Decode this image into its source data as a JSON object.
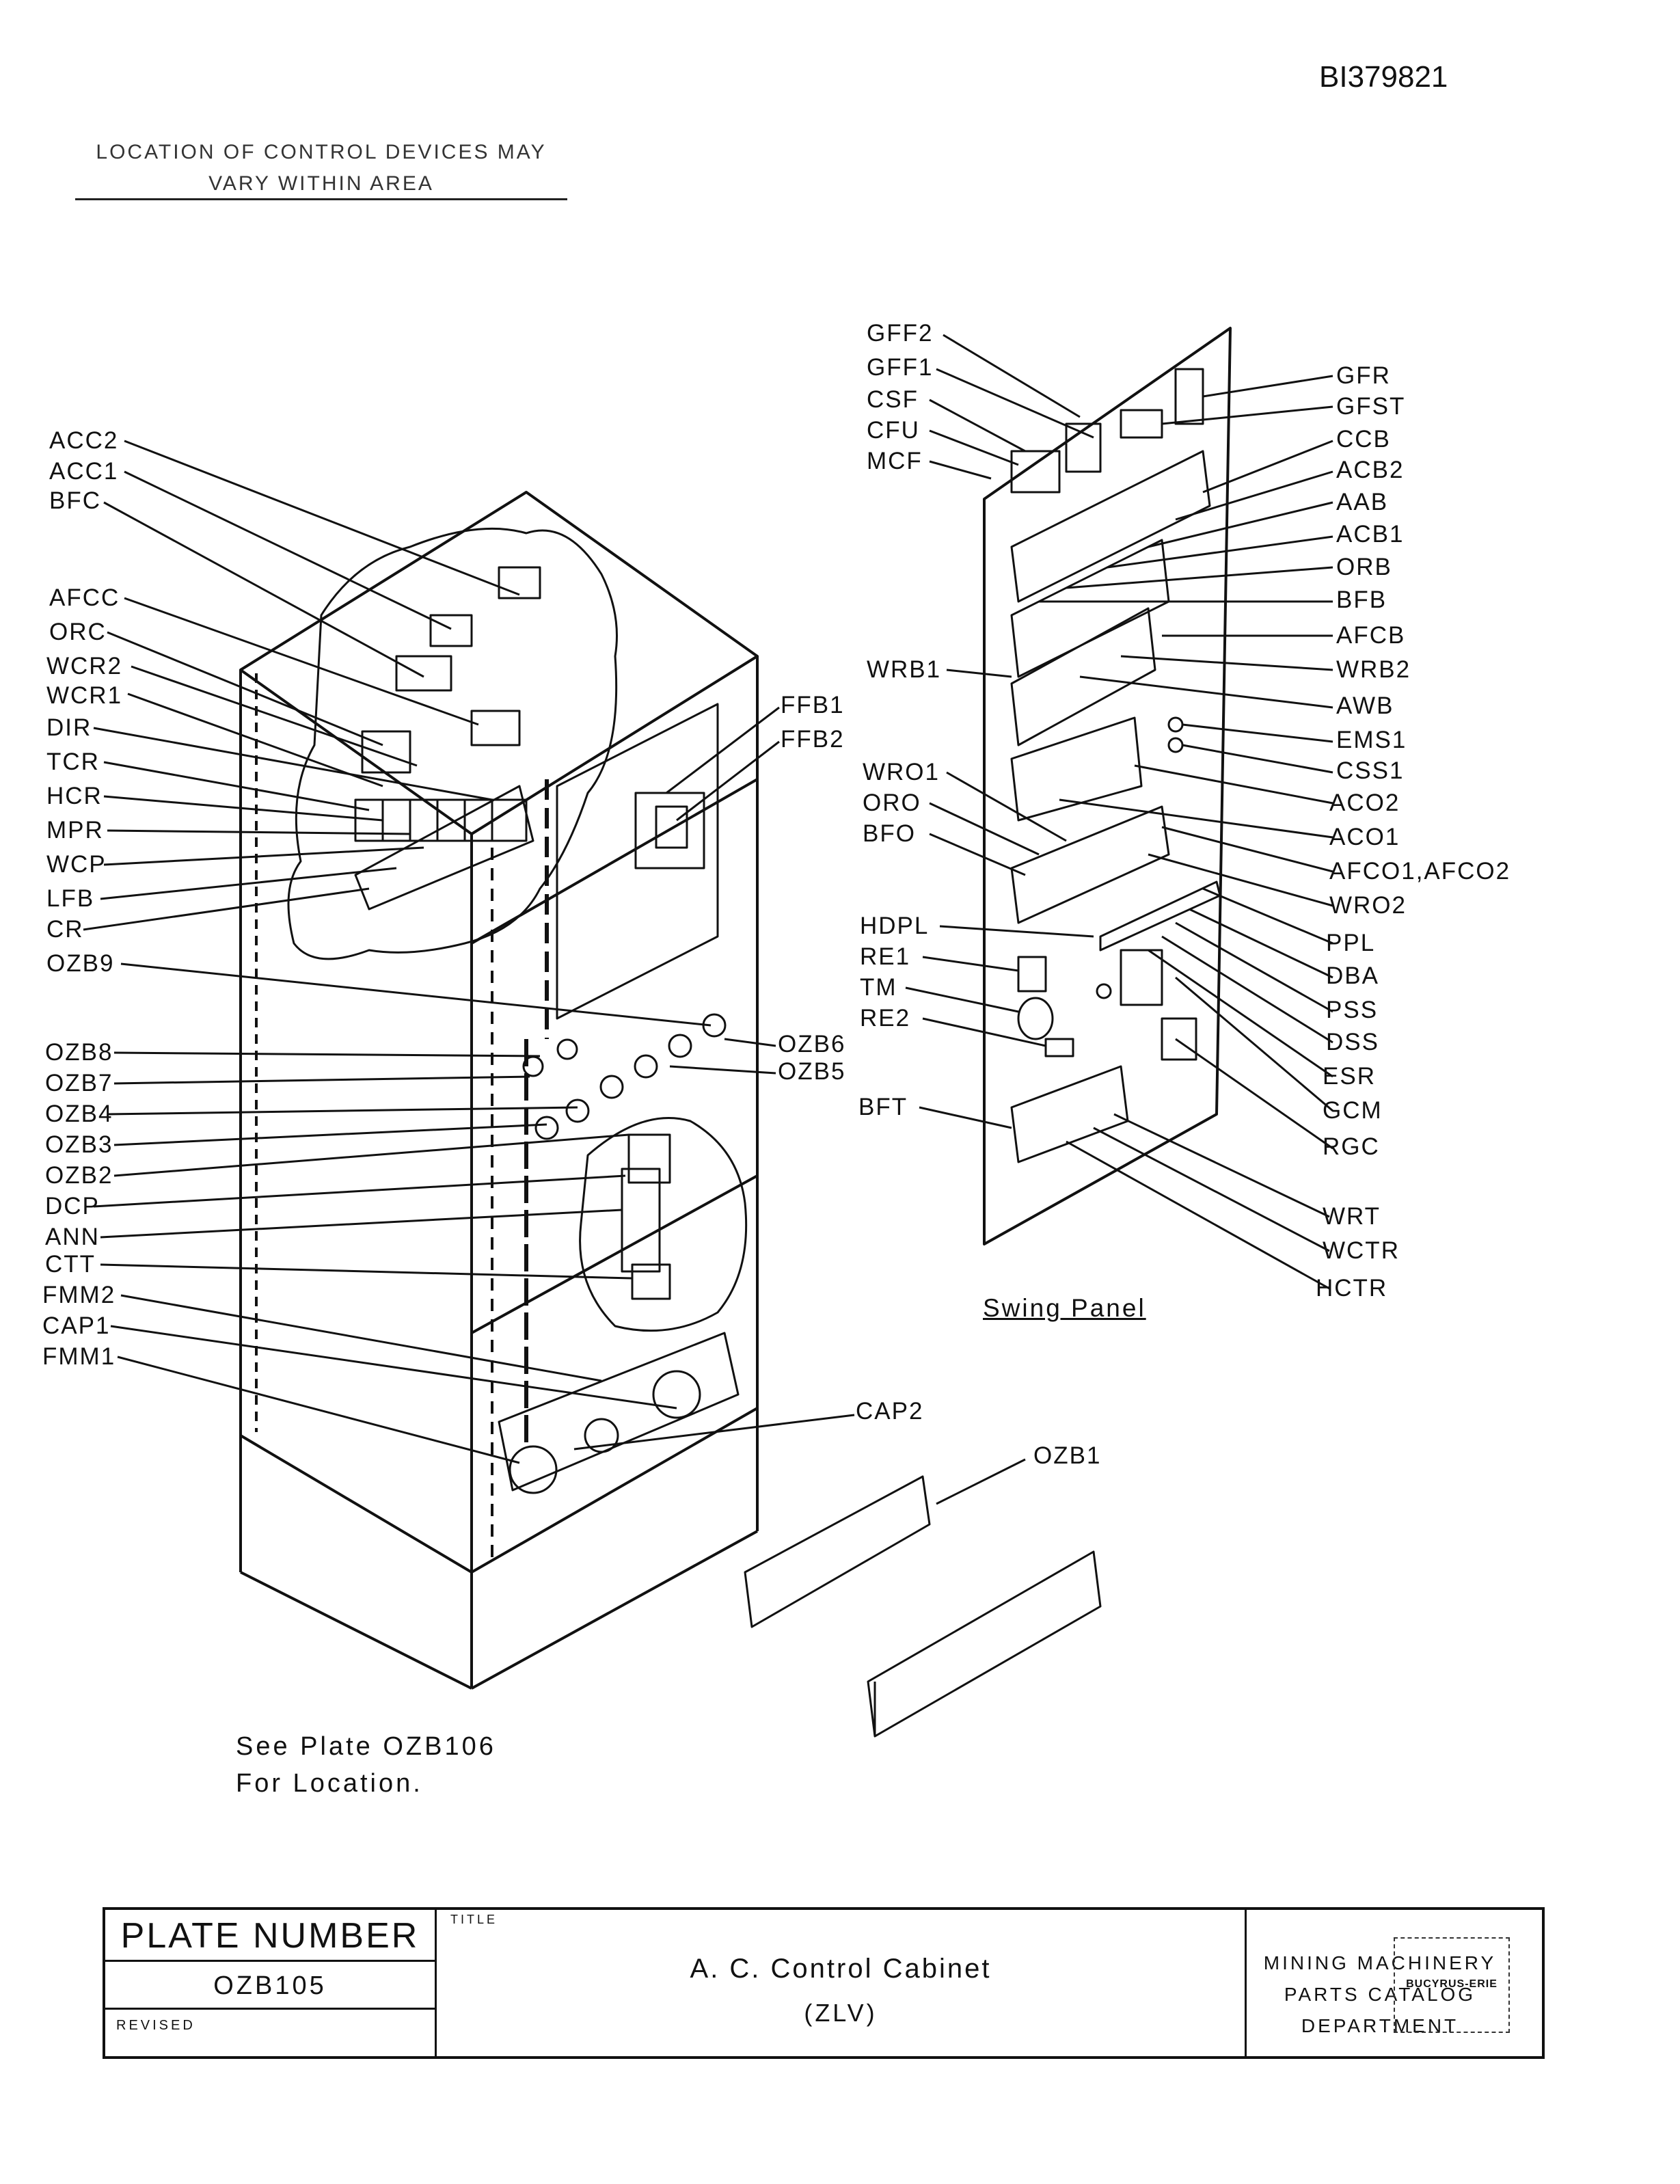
{
  "document_id": "BI379821",
  "note": {
    "line1": "LOCATION OF CONTROL DEVICES MAY",
    "line2": "VARY WITHIN AREA"
  },
  "cabinet_labels": [
    "ACC2",
    "ACC1",
    "BFC",
    "AFCC",
    "ORC",
    "WCR2",
    "WCR1",
    "DIR",
    "TCR",
    "HCR",
    "MPR",
    "WCP",
    "LFB",
    "CR",
    "OZB9",
    "OZB8",
    "OZB7",
    "OZB4",
    "OZB3",
    "OZB2",
    "DCP",
    "ANN",
    "CTT",
    "FMM2",
    "CAP1",
    "FMM1"
  ],
  "mid_labels": {
    "ffb1": "FFB1",
    "ffb2": "FFB2",
    "ozb6": "OZB6",
    "ozb5": "OZB5",
    "cap2": "CAP2",
    "ozb1": "OZB1"
  },
  "panel_left_labels": [
    "GFF2",
    "GFF1",
    "CSF",
    "CFU",
    "MCF",
    "WRB1",
    "WRO1",
    "ORO",
    "BFO",
    "HDPL",
    "RE1",
    "TM",
    "RE2",
    "BFT"
  ],
  "panel_right_labels": [
    "GFR",
    "GFST",
    "CCB",
    "ACB2",
    "AAB",
    "ACB1",
    "ORB",
    "BFB",
    "AFCB",
    "WRB2",
    "AWB",
    "EMS1",
    "CSS1",
    "ACO2",
    "ACO1",
    "AFCO1,AFCO2",
    "WRO2",
    "PPL",
    "DBA",
    "PSS",
    "DSS",
    "ESR",
    "GCM",
    "RGC",
    "WRT",
    "WCTR",
    "HCTR"
  ],
  "swing_panel_caption": "Swing Panel",
  "see_plate": {
    "line1": "See Plate OZB106",
    "line2": "For Location."
  },
  "title_block": {
    "plate_header": "PLATE NUMBER",
    "plate_value": "OZB105",
    "revised_label": "REVISED",
    "title_tag": "TITLE",
    "title_line1": "A. C. Control Cabinet",
    "title_line2": "(ZLV)",
    "dept_line1": "MINING MACHINERY",
    "dept_line2": "PARTS CATALOG",
    "dept_line3": "DEPARTMENT",
    "logo_text": "BUCYRUS-ERIE"
  }
}
